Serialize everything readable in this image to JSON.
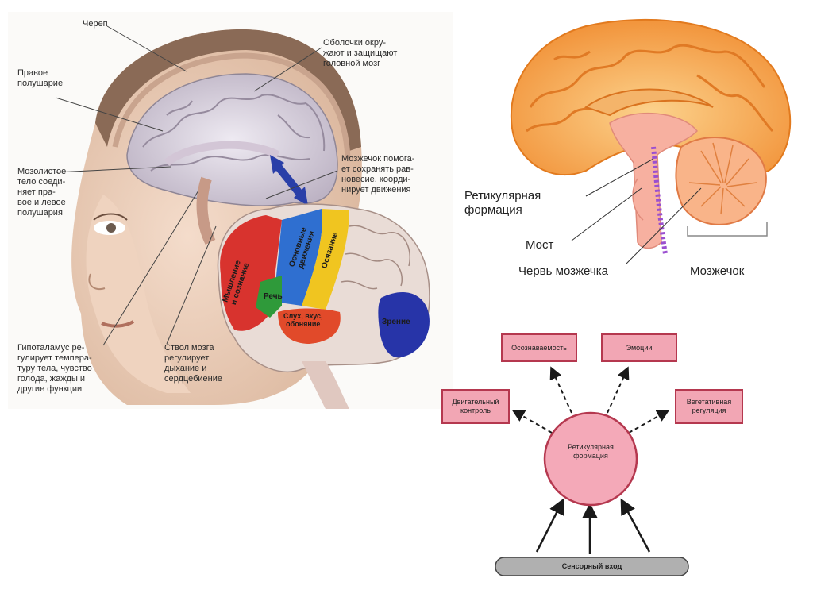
{
  "head_figure": {
    "labels": {
      "skull": "Череп",
      "meninges": "Оболочки окру-\nжают и защищают\nголовной мозг",
      "right_hemisphere": "Правое\nполушарие",
      "corpus_callosum": "Мозолистое\nтело соеди-\nняет пра-\nвое и левое\nполушария",
      "cerebellum": "Мозжечок помога-\nет сохранять рав-\nновесие, коорди-\nнирует движения",
      "hypothalamus": "Гипоталамус ре-\nгулирует темпера-\nтуру тела, чувство\nголода, жажды и\nдругие функции",
      "brainstem": "Ствол мозга\nрегулирует\nдыхание и\nсердцебиение"
    },
    "lobes": {
      "thinking": "Мышление\nи сознание",
      "basic_movements": "Основные\nдвижения",
      "touch": "Осязание",
      "speech": "Речь",
      "hearing_taste_smell": "Слух, вкус,\nобоняние",
      "vision": "Зрение"
    },
    "lobe_colors": {
      "thinking": "#d8332e",
      "basic_movements": "#2f6fd0",
      "touch": "#f0c520",
      "speech": "#2f9a3a",
      "hearing_taste_smell": "#e14a2a",
      "vision": "#2734a8"
    }
  },
  "sagittal_figure": {
    "labels": {
      "reticular_formation": "Ретикулярная\nформация",
      "pons": "Мост",
      "vermis": "Червь мозжечка",
      "cerebellum": "Мозжечок"
    },
    "colors": {
      "cortex": "#f39a3c",
      "cortex_light": "#fbc97a",
      "stem": "#f7b0a0",
      "reticular": "#9a4fd0"
    }
  },
  "flow_diagram": {
    "center": "Ретикулярная\nформация",
    "outputs": {
      "awareness": "Осознаваемость",
      "emotions": "Эмоции",
      "motor_control": "Двигательный\nконтроль",
      "vegetative": "Вегетативная\nрегуляция"
    },
    "input": "Сенсорный вход",
    "colors": {
      "box_fill": "#f2a6b4",
      "box_border": "#b5384f",
      "circle_fill": "#f4a9b8",
      "bar_fill": "#b0b0b0"
    }
  }
}
